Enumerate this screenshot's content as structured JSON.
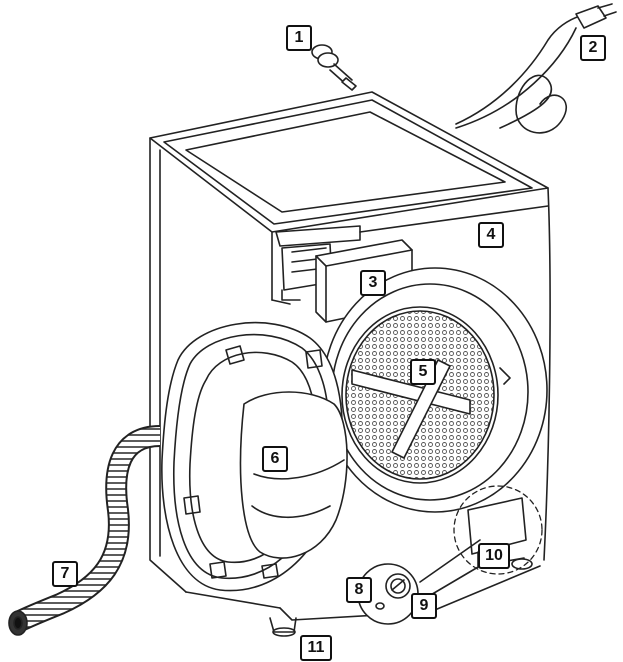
{
  "figure": {
    "subject": "washing-machine-components",
    "callouts": [
      {
        "id": "c1",
        "number": "1"
      },
      {
        "id": "c2",
        "number": "2"
      },
      {
        "id": "c3",
        "number": "3"
      },
      {
        "id": "c4",
        "number": "4"
      },
      {
        "id": "c5",
        "number": "5"
      },
      {
        "id": "c6",
        "number": "6"
      },
      {
        "id": "c7",
        "number": "7"
      },
      {
        "id": "c8",
        "number": "8"
      },
      {
        "id": "c9",
        "number": "9"
      },
      {
        "id": "c10",
        "number": "10"
      },
      {
        "id": "c11",
        "number": "11"
      }
    ],
    "line_color": "#222222",
    "mesh_color": "#555555",
    "background": "#ffffff"
  }
}
